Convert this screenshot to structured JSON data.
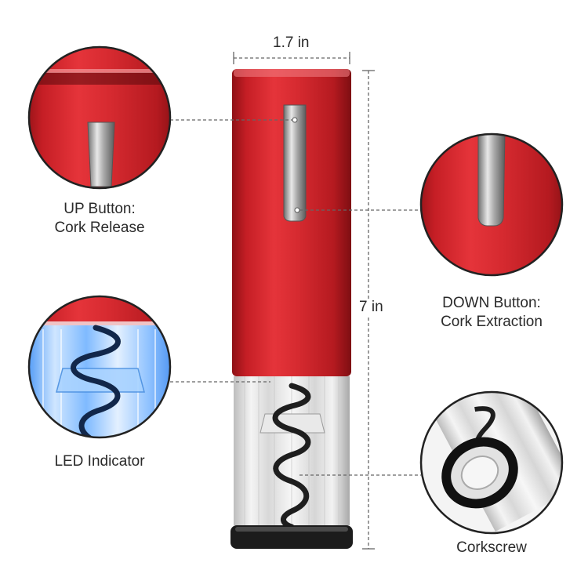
{
  "dimensions": {
    "width": "1.7 in",
    "height": "7 in"
  },
  "callouts": {
    "up_button": {
      "line1": "UP Button:",
      "line2": "Cork Release"
    },
    "down_button": {
      "line1": "DOWN Button:",
      "line2": "Cork Extraction"
    },
    "led_indicator": {
      "label": "LED Indicator"
    },
    "corkscrew": {
      "label": "Corkscrew"
    }
  },
  "colors": {
    "body_red": "#d8242c",
    "body_red_dark": "#9e1418",
    "button_silver": "#b9b9b9",
    "base_black": "#1c1c1c",
    "led_blue": "#4aa3ff",
    "dash_line": "#666666"
  }
}
